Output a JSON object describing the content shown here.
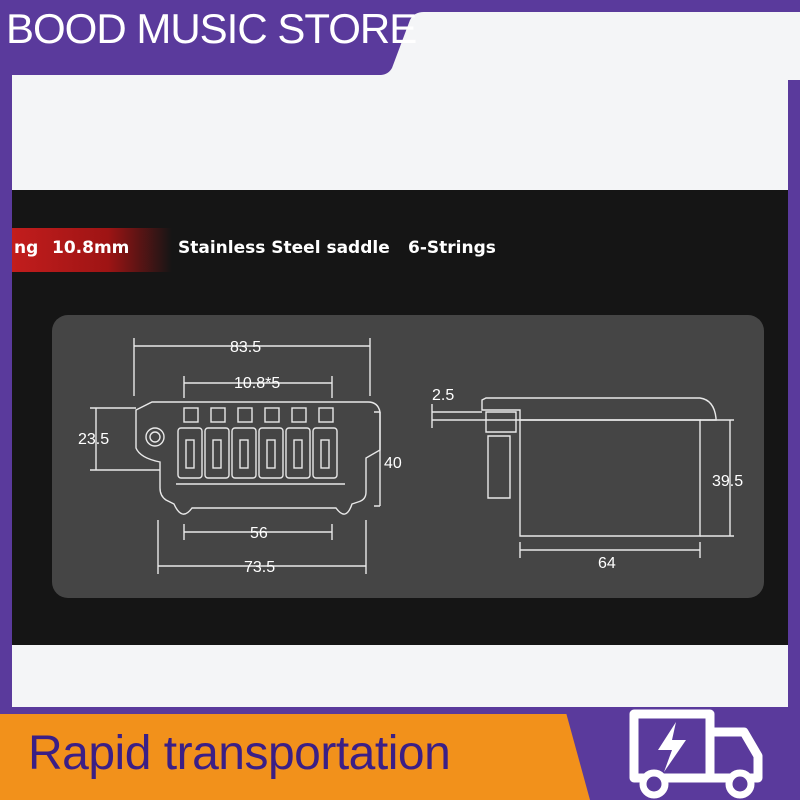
{
  "store": {
    "name": "BOOD MUSIC STORE"
  },
  "specs": {
    "partial": "ng",
    "spacing": "10.8mm",
    "saddle": "Stainless Steel saddle",
    "strings": "6-Strings"
  },
  "dimensions": {
    "overall_width": "83.5",
    "string_spacing": "10.8*5",
    "height_front": "23.5",
    "depth": "40",
    "screw_spacing": "56",
    "base_width": "73.5",
    "plate_thickness": "2.5",
    "block_height": "39.5",
    "block_width": "64"
  },
  "banner": {
    "text": "Rapid transportation"
  },
  "icons": {
    "truck": "delivery-truck-icon"
  },
  "colors": {
    "frame": "#5a3a9c",
    "banner": "#f2911b",
    "banner_text": "#3b1f86",
    "accent_red": "#c21d1d",
    "diagram_bg": "#454545"
  }
}
